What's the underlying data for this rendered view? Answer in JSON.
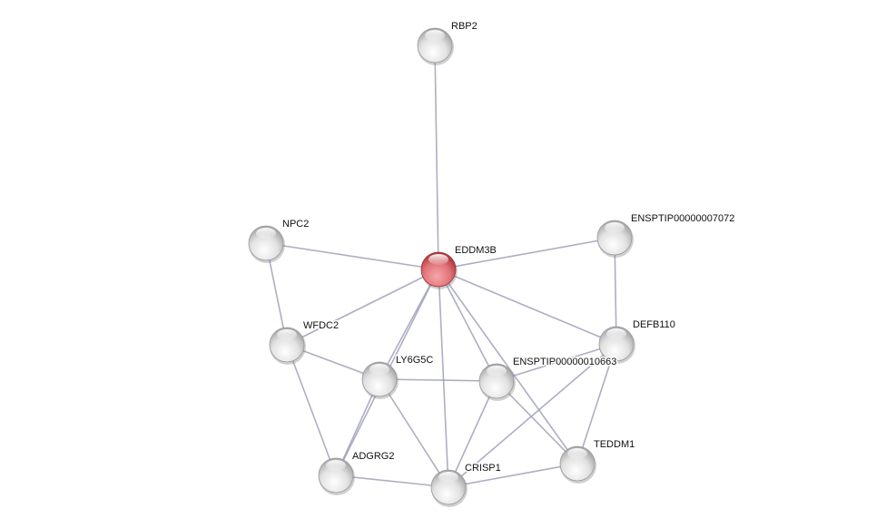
{
  "network": {
    "query_node": "EDDM3B",
    "colors": {
      "query_node": "#d9464c",
      "other_node": "#d8d8d8",
      "edge": "#9fa0b8"
    },
    "nodes": [
      {
        "id": "RBP2",
        "label": "RBP2"
      },
      {
        "id": "NPC2",
        "label": "NPC2"
      },
      {
        "id": "EDDM3B",
        "label": "EDDM3B"
      },
      {
        "id": "ENSPTIP00000007072",
        "label": "ENSPTIP00000007072"
      },
      {
        "id": "WFDC2",
        "label": "WFDC2"
      },
      {
        "id": "DEFB110",
        "label": "DEFB110"
      },
      {
        "id": "LY6G5C",
        "label": "LY6G5C"
      },
      {
        "id": "ENSPTIP00000010663",
        "label": "ENSPTIP00000010663"
      },
      {
        "id": "TEDDM1",
        "label": "TEDDM1"
      },
      {
        "id": "ADGRG2",
        "label": "ADGRG2"
      },
      {
        "id": "CRISP1",
        "label": "CRISP1"
      }
    ],
    "edges": [
      [
        "RBP2",
        "EDDM3B"
      ],
      [
        "NPC2",
        "EDDM3B"
      ],
      [
        "NPC2",
        "WFDC2"
      ],
      [
        "EDDM3B",
        "ENSPTIP00000007072"
      ],
      [
        "ENSPTIP00000007072",
        "DEFB110"
      ],
      [
        "EDDM3B",
        "DEFB110"
      ],
      [
        "EDDM3B",
        "WFDC2"
      ],
      [
        "EDDM3B",
        "LY6G5C"
      ],
      [
        "EDDM3B",
        "ADGRG2"
      ],
      [
        "EDDM3B",
        "CRISP1"
      ],
      [
        "EDDM3B",
        "ENSPTIP00000010663"
      ],
      [
        "EDDM3B",
        "TEDDM1"
      ],
      [
        "WFDC2",
        "LY6G5C"
      ],
      [
        "WFDC2",
        "ADGRG2"
      ],
      [
        "LY6G5C",
        "ENSPTIP00000010663"
      ],
      [
        "LY6G5C",
        "ADGRG2"
      ],
      [
        "LY6G5C",
        "CRISP1"
      ],
      [
        "ENSPTIP00000010663",
        "DEFB110"
      ],
      [
        "ENSPTIP00000010663",
        "CRISP1"
      ],
      [
        "ENSPTIP00000010663",
        "TEDDM1"
      ],
      [
        "DEFB110",
        "CRISP1"
      ],
      [
        "DEFB110",
        "TEDDM1"
      ],
      [
        "ADGRG2",
        "CRISP1"
      ],
      [
        "CRISP1",
        "TEDDM1"
      ]
    ]
  }
}
